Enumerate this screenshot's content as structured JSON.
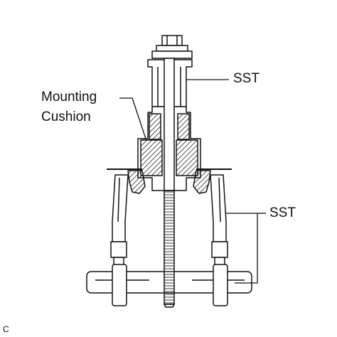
{
  "labels": {
    "mounting_line1": "Mounting",
    "mounting_line2": "Cushion",
    "sst_top": "SST",
    "sst_right": "SST",
    "figure_code": "C"
  },
  "colors": {
    "ink": "#111111",
    "background": "#ffffff",
    "hatch": "#222222"
  }
}
